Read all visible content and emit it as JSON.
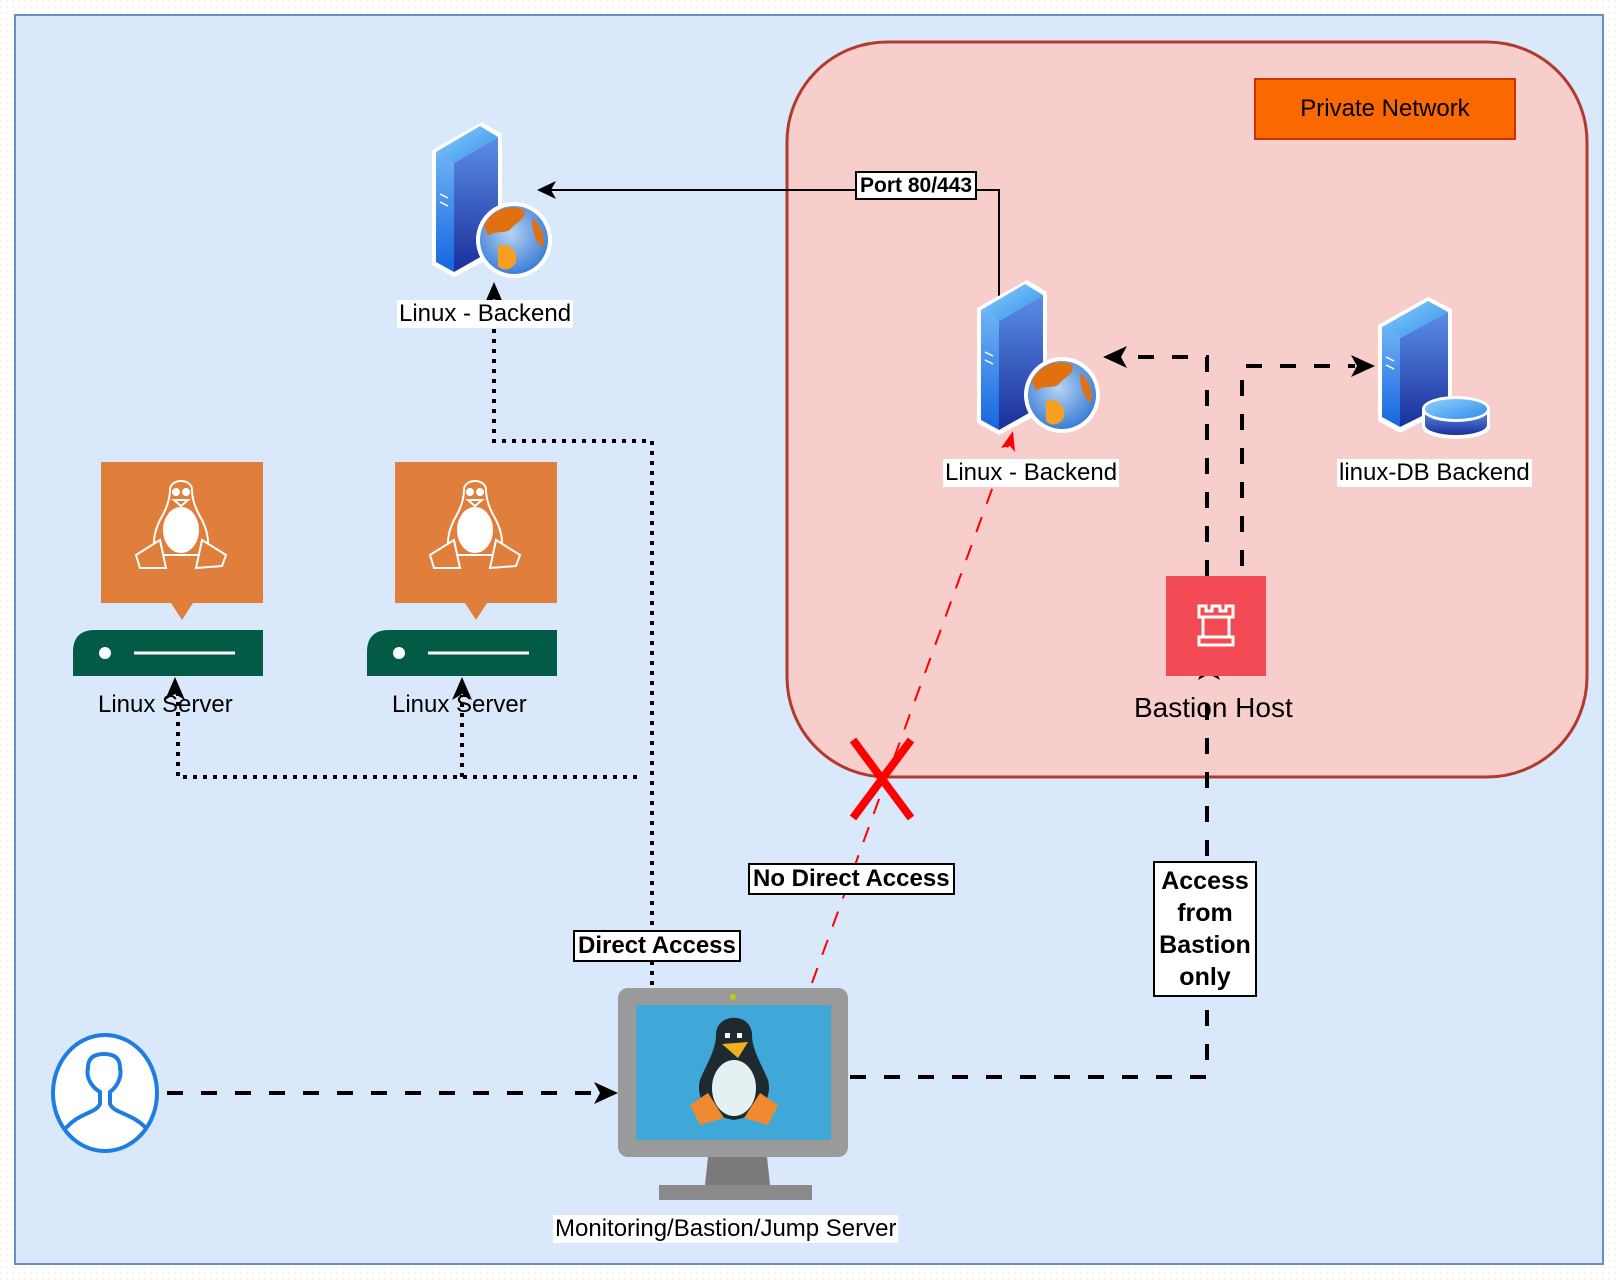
{
  "diagram": {
    "zones": {
      "private_network": {
        "label": "Private Network",
        "fill": "#f8cecc",
        "stroke": "#b85450"
      },
      "background": {
        "fill": "#dae8fc",
        "stroke": "#6c8ebf"
      }
    },
    "nodes": {
      "public_backend": {
        "label": "Linux -  Backend",
        "icon": "web-server-icon"
      },
      "private_backend": {
        "label": "Linux -  Backend",
        "icon": "web-server-icon"
      },
      "db_backend": {
        "label": "linux-DB Backend",
        "icon": "database-server-icon"
      },
      "bastion_host": {
        "label": "Bastion Host",
        "icon": "rook-castle-icon",
        "fill": "#f34b55"
      },
      "linux_server_1": {
        "label": "Linux Server",
        "icon": "tux-penguin-icon",
        "fill": "#e07e3c"
      },
      "linux_server_2": {
        "label": "Linux Server",
        "icon": "tux-penguin-icon",
        "fill": "#e07e3c"
      },
      "jump_server": {
        "label": "Monitoring/Bastion/Jump Server",
        "icon": "monitor-tux-icon"
      },
      "user": {
        "label": "",
        "icon": "user-icon",
        "stroke": "#1d7de0"
      }
    },
    "edge_labels": {
      "port": "Port 80/443",
      "no_direct": "No Direct Access",
      "direct": "Direct Access",
      "bastion_only": "Access from Bastion only"
    },
    "edges": [
      {
        "from": "private_backend",
        "to": "public_backend",
        "style": "solid",
        "label": "Port 80/443"
      },
      {
        "from": "jump_server",
        "to": "public_backend",
        "style": "dotted",
        "label": "Direct Access"
      },
      {
        "from": "jump_server",
        "to": "linux_server_1",
        "style": "dotted"
      },
      {
        "from": "jump_server",
        "to": "linux_server_2",
        "style": "dotted"
      },
      {
        "from": "jump_server",
        "to": "private_backend",
        "style": "dashed-red",
        "label": "No Direct Access",
        "blocked": true
      },
      {
        "from": "jump_server",
        "to": "bastion_host",
        "style": "dashed",
        "label": "Access from Bastion only"
      },
      {
        "from": "bastion_host",
        "to": "private_backend",
        "style": "dashed"
      },
      {
        "from": "bastion_host",
        "to": "db_backend",
        "style": "dashed"
      },
      {
        "from": "user",
        "to": "jump_server",
        "style": "dashed"
      }
    ]
  }
}
